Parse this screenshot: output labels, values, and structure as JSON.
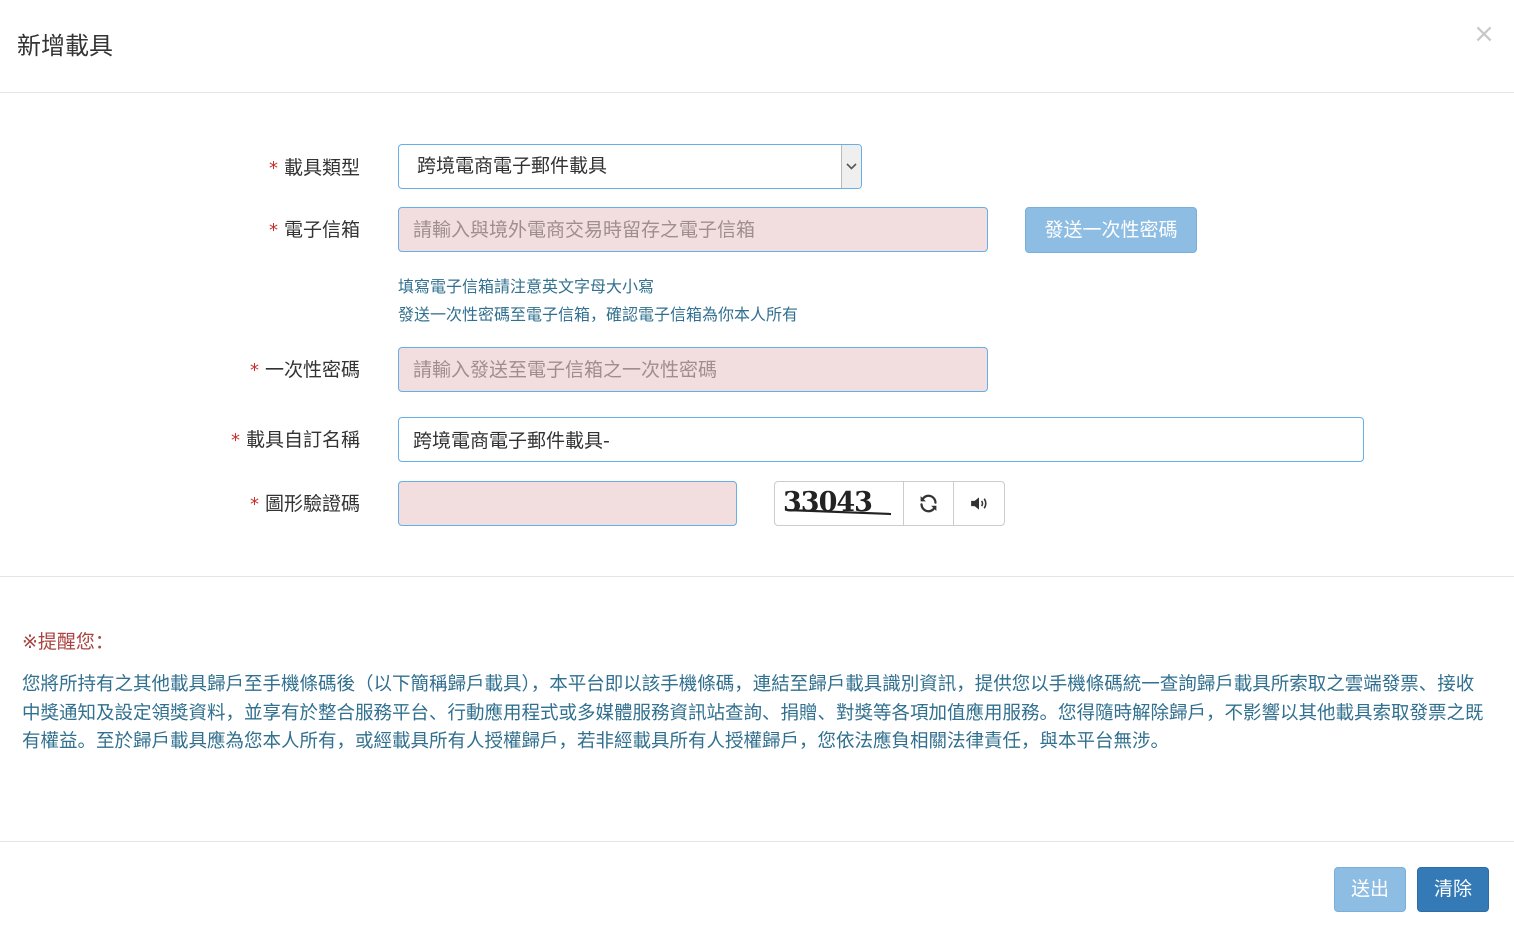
{
  "modal": {
    "title": "新增載具",
    "close_symbol": "×"
  },
  "form": {
    "carrier_type": {
      "required_mark": "*",
      "label": "載具類型",
      "selected": "跨境電商電子郵件載具"
    },
    "email": {
      "required_mark": "*",
      "label": "電子信箱",
      "value": "",
      "placeholder": "請輸入與境外電商交易時留存之電子信箱",
      "send_otp_label": "發送一次性密碼"
    },
    "hints": [
      "填寫電子信箱請注意英文字母大小寫",
      "發送一次性密碼至電子信箱，確認電子信箱為你本人所有"
    ],
    "otp": {
      "required_mark": "*",
      "label": "一次性密碼",
      "value": "",
      "placeholder": "請輸入發送至電子信箱之一次性密碼"
    },
    "custom_name": {
      "required_mark": "*",
      "label": "載具自訂名稱",
      "value": "跨境電商電子郵件載具-"
    },
    "captcha": {
      "required_mark": "*",
      "label": "圖形驗證碼",
      "value": "",
      "image_text": "33043",
      "refresh_icon": "refresh-icon",
      "audio_icon": "volume-icon"
    }
  },
  "notice": {
    "title": "※提醒您：",
    "body": "您將所持有之其他載具歸戶至手機條碼後（以下簡稱歸戶載具），本平台即以該手機條碼，連結至歸戶載具識別資訊，提供您以手機條碼統一查詢歸戶載具所索取之雲端發票、接收中獎通知及設定領獎資料，並享有於整合服務平台、行動應用程式或多媒體服務資訊站查詢、捐贈、對獎等各項加值應用服務。您得隨時解除歸戶，不影響以其他載具索取發票之既有權益。至於歸戶載具應為您本人所有，或經載具所有人授權歸戶，若非經載具所有人授權歸戶，您依法應負相關法律責任，與本平台無涉。"
  },
  "footer": {
    "submit_label": "送出",
    "clear_label": "清除"
  },
  "colors": {
    "primary": "#337ab7",
    "primary_disabled": "#8ebde3",
    "input_error_bg": "#f2dede",
    "required": "#c9302c",
    "info_text": "#31708f",
    "notice_title": "#a94442"
  }
}
